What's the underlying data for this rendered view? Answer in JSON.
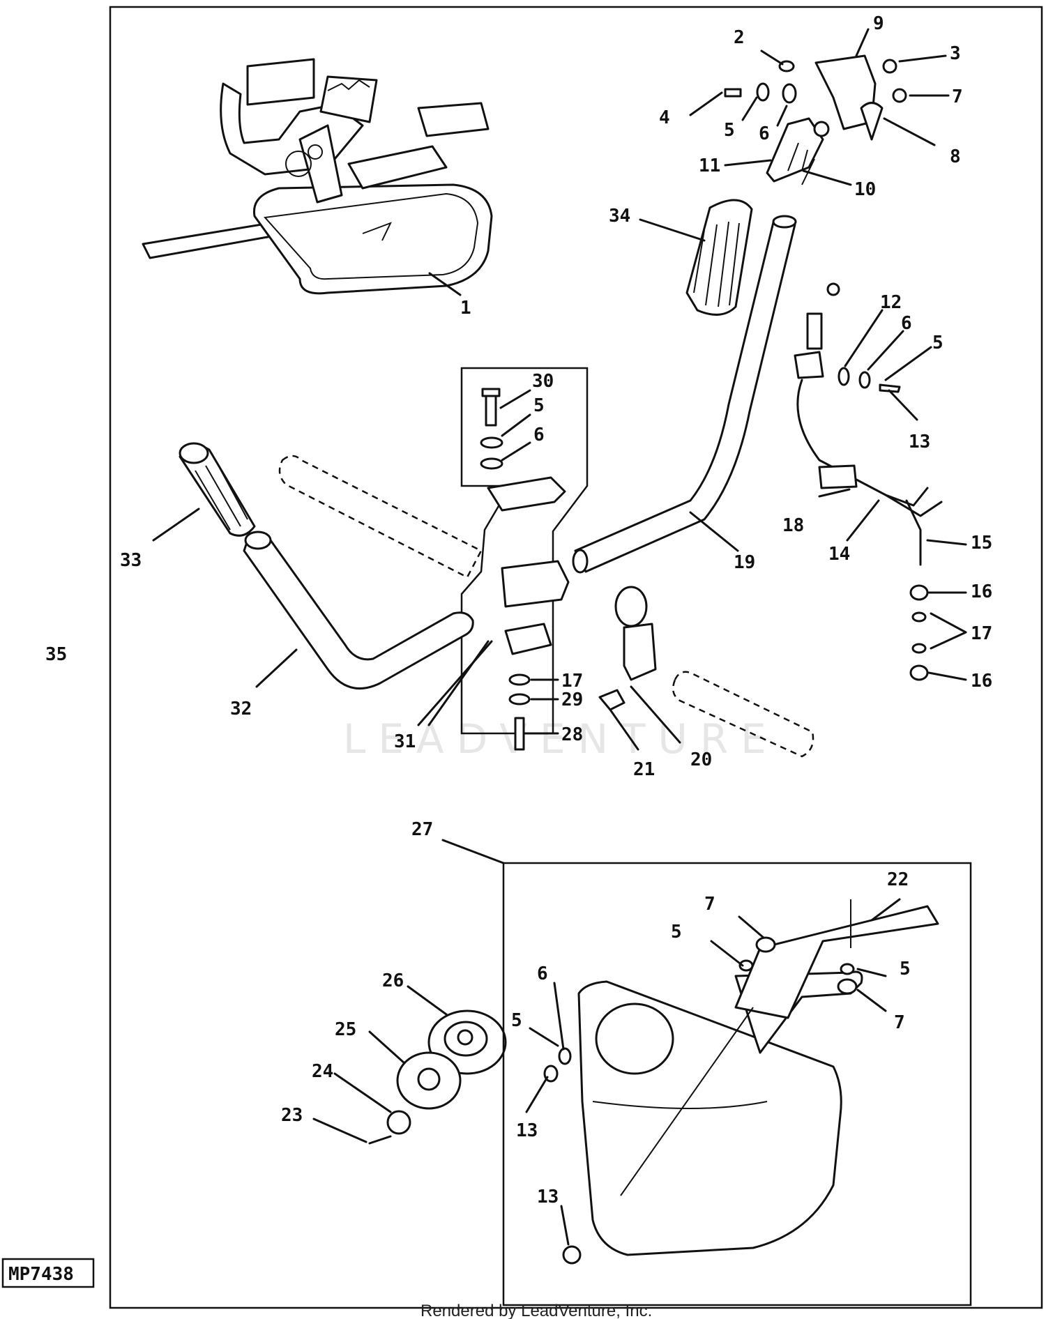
{
  "diagram": {
    "drawing_code": "MP7438",
    "footer": "Rendered by LeadVenture, Inc.",
    "watermark": "LEADVENTURE",
    "callouts": [
      "1",
      "2",
      "3",
      "4",
      "5",
      "6",
      "7",
      "8",
      "9",
      "10",
      "11",
      "12",
      "6",
      "5",
      "13",
      "14",
      "15",
      "16",
      "17",
      "16",
      "18",
      "19",
      "20",
      "21",
      "22",
      "23",
      "24",
      "25",
      "26",
      "27",
      "28",
      "29",
      "17",
      "30",
      "5",
      "6",
      "31",
      "32",
      "33",
      "34",
      "35",
      "7",
      "5",
      "5",
      "7",
      "6",
      "5",
      "13",
      "13"
    ]
  }
}
